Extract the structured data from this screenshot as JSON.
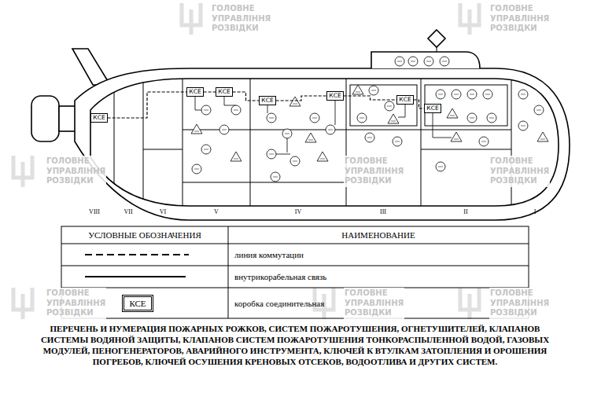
{
  "diagram": {
    "caption": "ПЕРЕЧЕНЬ И НУМЕРАЦИЯ ПОЖАРНЫХ РОЖКОВ, СИСТЕМ ПОЖАРОТУШЕНИЯ, ОГНЕТУШИТЕЛЕЙ, КЛАПАНОВ СИСТЕМЫ ВОДЯНОЙ ЗАЩИТЫ, КЛАПАНОВ СИСТЕМ ПОЖАРОТУШЕНИЯ ТОНКОРАСПЫЛЕННОЙ ВОДОЙ, ГАЗОВЫХ МОДУЛЕЙ, ПЕНОГЕНЕРАТОРОВ, АВАРИЙНОГО ИНСТРУМЕНТА, КЛЮЧЕЙ К ВТУЛКАМ ЗАТОПЛЕНИЯ И ОРОШЕНИЯ ПОГРЕБОВ, КЛЮЧЕЙ ОСУШЕНИЯ КРЕНОВЫХ ОТСЕКОВ, ВОДООТЛИВА И ДРУГИХ СИСТЕМ.",
    "nodes": [
      {
        "text": [
          "КСЕ"
        ]
      },
      {
        "text": [
          "КСЕ"
        ]
      },
      {
        "text": [
          "КСЕ"
        ]
      },
      {
        "text": [
          "КСЕ"
        ]
      },
      {
        "text": [
          "КСЕ"
        ]
      },
      {
        "text": [
          "КСЕ"
        ]
      },
      {
        "text": [
          "КСЕ"
        ]
      },
      {
        "text": [
          "КСЕ"
        ]
      }
    ],
    "edges": [
      {
        "from": 0,
        "to": 1,
        "arrow": "none"
      },
      {
        "from": 1,
        "to": 2,
        "arrow": "none"
      },
      {
        "from": 2,
        "to": 3,
        "arrow": "none"
      },
      {
        "from": 3,
        "to": 4,
        "arrow": "none"
      },
      {
        "from": 4,
        "to": 5,
        "arrow": "none"
      },
      {
        "from": 5,
        "to": 6,
        "arrow": "none"
      }
    ],
    "labels": [
      "VIII",
      "VII",
      "VI",
      "V",
      "IV",
      "III",
      "II",
      "I",
      "УСЛОВНЫЕ ОБОЗНАЧЕНИЯ",
      "НАИМЕНОВАНИЕ",
      "ГОЛОВНЕ УПРАВЛІННЯ РОЗВІДКИ",
      "ГОЛОВНЕ УПРАВЛІННЯ РОЗВІДКИ",
      "ГОЛОВНЕ УПРАВЛІННЯ РОЗВІДКИ",
      "ГОЛОВНЕ УПРАВЛІННЯ РОЗВІДКИ",
      "ГОЛОВНЕ УПРАВЛІННЯ РОЗВІДКИ",
      "ГОЛОВНЕ УПРАВЛІННЯ РОЗВІДКИ",
      "ГОЛОВНЕ УПРАВЛІННЯ РОЗВІДКИ",
      "ГОЛОВНЕ УПРАВЛІННЯ РОЗВІДКИ"
    ],
    "legend": [
      {
        "text": "линия коммутации"
      },
      {
        "text": "внутрикорабельная связь"
      },
      {
        "text": "коробка соединительная"
      }
    ]
  }
}
